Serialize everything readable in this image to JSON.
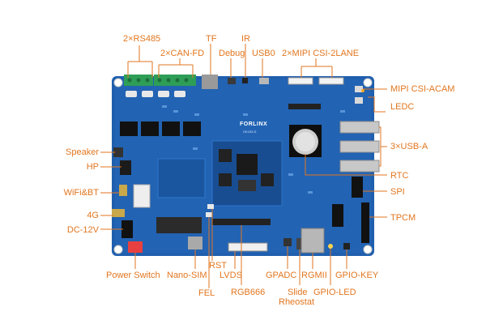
{
  "labels": {
    "rs485": "2×RS485",
    "tf": "TF",
    "ir": "IR",
    "can_fd": "2×CAN-FD",
    "debug": "Debug",
    "usb0": "USB0",
    "mipi_csi_2lane": "2×MIPI CSI-2LANE",
    "mipi_csi_acam": "MIPI CSI-ACAM",
    "ledc": "LEDC",
    "usb_a": "3×USB-A",
    "rtc": "RTC",
    "spi": "SPI",
    "tpcm": "TPCM",
    "speaker": "Speaker",
    "hp": "HP",
    "wifi_bt": "WiFi&BT",
    "cellular_4g": "4G",
    "dc_12v": "DC-12V",
    "power_switch": "Power Switch",
    "nano_sim": "Nano-SIM",
    "rst": "RST",
    "fel": "FEL",
    "lvds": "LVDS",
    "rgb666": "RGB666",
    "gpadc": "GPADC",
    "slide_rheostat_line1": "Slide",
    "slide_rheostat_line2": "Rheostat",
    "rgmii": "RGMII",
    "gpio_led": "GPIO-LED",
    "gpio_key": "GPIO-KEY"
  },
  "board": {
    "logo_text": "FORLINX",
    "model_text": "OK153-S",
    "pcb_color": "#1f5fae",
    "pcb_dark": "#184d92",
    "accent_color": "#e2761f"
  }
}
